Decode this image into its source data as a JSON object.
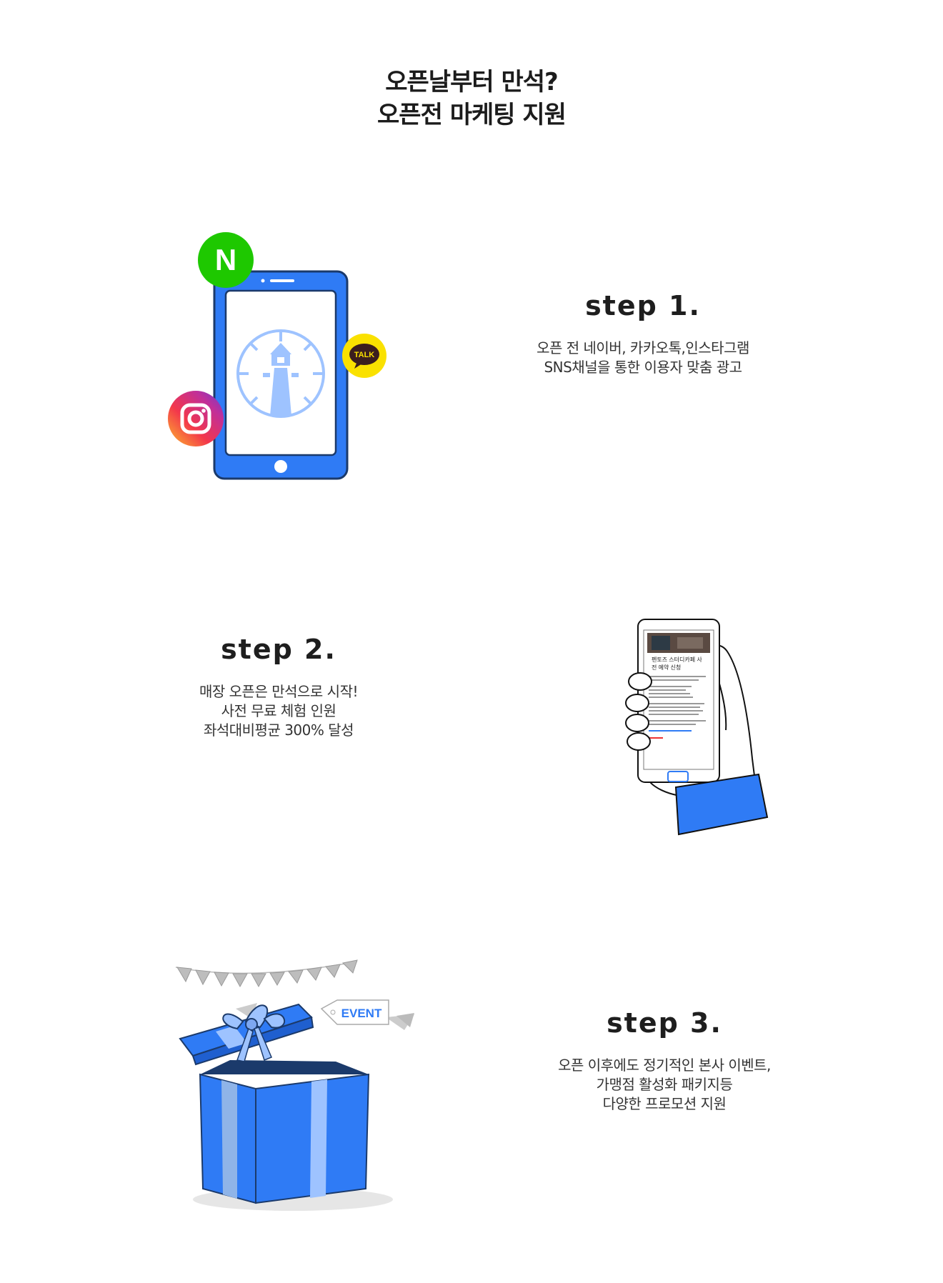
{
  "header": {
    "line1": "오픈날부터 만석?",
    "line2": "오픈전 마케팅 지원"
  },
  "steps": [
    {
      "label": "step 1.",
      "lines": [
        "오픈 전 네이버, 카카오톡,인스타그램",
        "SNS채널을 통한 이용자 맞춤 광고"
      ]
    },
    {
      "label": "step 2.",
      "lines": [
        "매장 오픈은 만석으로 시작!",
        "사전 무료 체험 인원",
        "좌석대비평균 300% 달성"
      ]
    },
    {
      "label": "step 3.",
      "lines": [
        "오픈 이후에도 정기적인 본사 이벤트,",
        "가맹점 활성화 패키지등",
        "다양한 프로모션 지원"
      ]
    }
  ],
  "illustrations": {
    "naver_badge": "N",
    "kakao_badge": "TALK",
    "event_tag": "EVENT",
    "phone_screen_title": "펜토즈 스터디카페 사전 예약 신청"
  },
  "colors": {
    "primary_blue": "#2f7bf5",
    "dark_navy": "#1b3a6b",
    "naver_green": "#1ec800",
    "kakao_yellow": "#fae100",
    "light_blue": "#9ec3ff"
  }
}
